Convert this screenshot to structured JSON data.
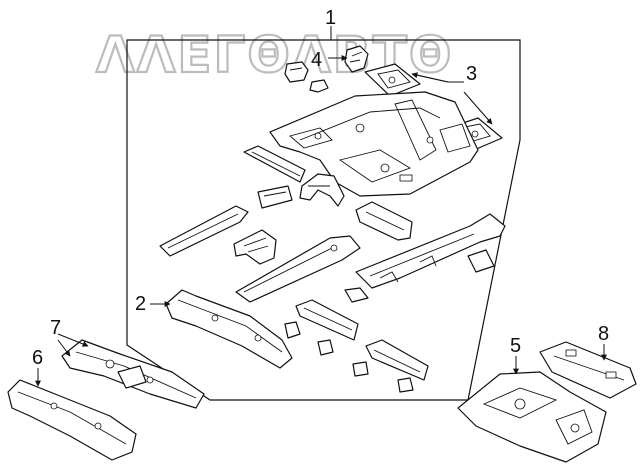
{
  "watermark": "ΛΛΕΓΘΛΒΤΘ",
  "callouts": [
    {
      "id": "callout-1",
      "label": "1"
    },
    {
      "id": "callout-2",
      "label": "2"
    },
    {
      "id": "callout-3",
      "label": "3"
    },
    {
      "id": "callout-4",
      "label": "4"
    },
    {
      "id": "callout-5",
      "label": "5"
    },
    {
      "id": "callout-6",
      "label": "6"
    },
    {
      "id": "callout-7",
      "label": "7"
    },
    {
      "id": "callout-8",
      "label": "8"
    }
  ]
}
